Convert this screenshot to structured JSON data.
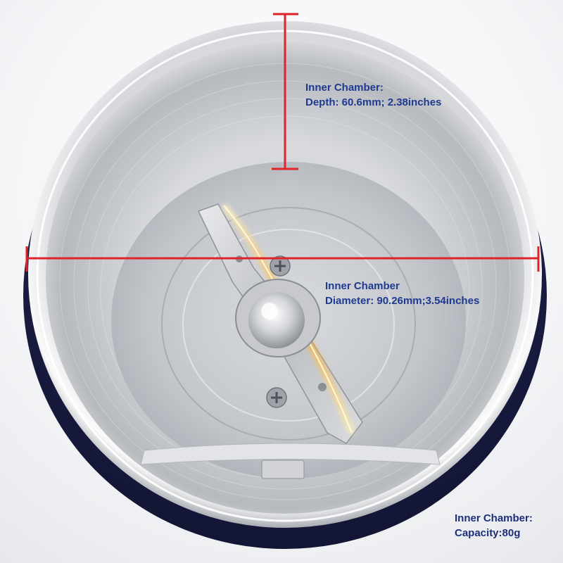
{
  "annotations": {
    "depth": {
      "title": "Inner Chamber:",
      "value": "Depth: 60.6mm; 2.38inches"
    },
    "diameter": {
      "title": "Inner Chamber",
      "value": "Diameter: 90.26mm;3.54inches"
    },
    "capacity": {
      "title": "Inner Chamber:",
      "value": "Capacity:80g"
    }
  },
  "colors": {
    "dimension_line": "#e0232b",
    "label_text": "#1f3a8f",
    "body": "#1b1d4a",
    "steel": "#c9cbcf",
    "blade_glow": "#f7a31c"
  }
}
